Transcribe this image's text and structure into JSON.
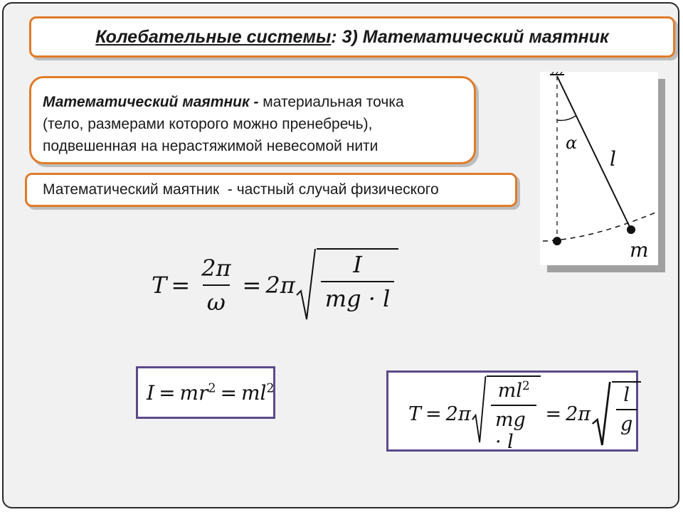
{
  "title": {
    "prefix": "Колебательные системы",
    "suffix": ": 3) Математический маятник"
  },
  "definition": {
    "term": "Математический маятник",
    "dash": " - ",
    "line1_rest": "материальная точка",
    "line2": "(тело, размерами которого можно пренебречь),",
    "line3": "подвешенная на нерастяжимой невесомой нити"
  },
  "note": {
    "text": "Математический маятник  - частный случай физического"
  },
  "diagram": {
    "angle_label": "α",
    "length_label": "l",
    "mass_label": "m"
  },
  "formula_period": {
    "T": "T",
    "eq": "=",
    "two_pi": "2π",
    "omega": "ω",
    "I": "I",
    "mgl": "mg · l"
  },
  "formula_inertia": {
    "I": "I",
    "eq": "=",
    "mr": "mr",
    "exp": "2",
    "ml": "ml"
  },
  "formula_result": {
    "T": "T",
    "eq": "=",
    "two_pi": "2π",
    "ml": "ml",
    "exp": "2",
    "mgl": "mg · l",
    "l": "l",
    "g": "g"
  }
}
